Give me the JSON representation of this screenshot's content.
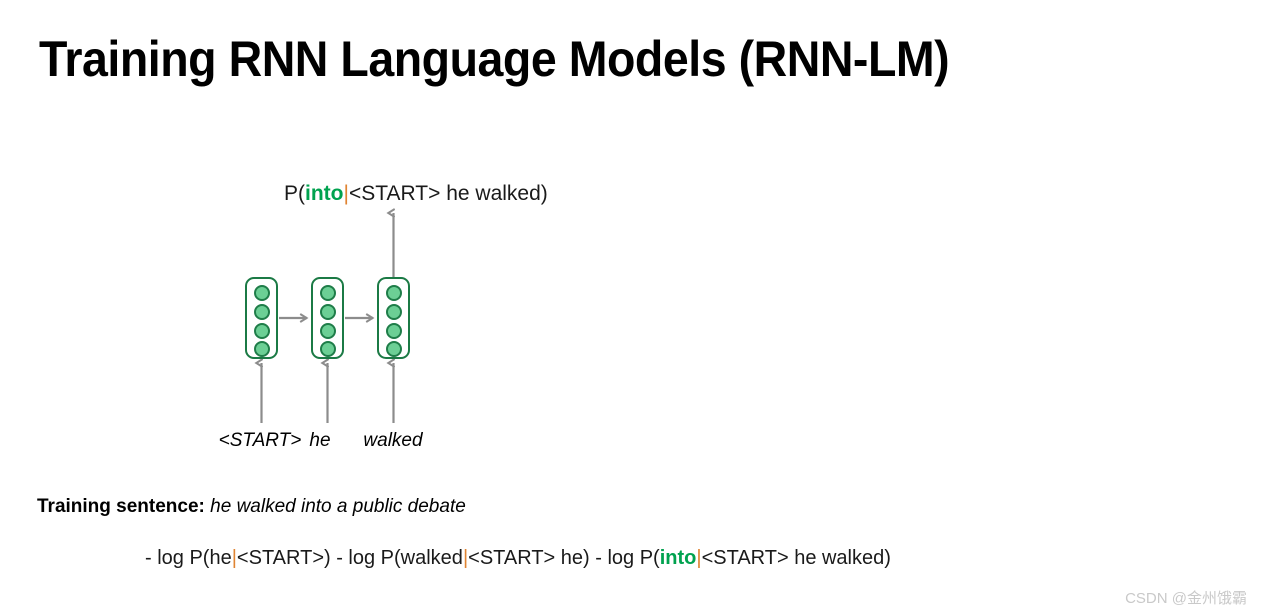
{
  "slide": {
    "title": "Training RNN Language Models (RNN-LM)",
    "background_color": "#ffffff"
  },
  "colors": {
    "accent_green": "#00a24f",
    "accent_orange": "#e08432",
    "cell_border_green": "#1b7a45",
    "node_fill_green": "#6ccf95",
    "arrow_gray": "#8c8c8c",
    "text_black": "#000000",
    "watermark_gray": "#c9c9c9"
  },
  "diagram": {
    "output_probability": {
      "prefix": "P(",
      "target_word": "into",
      "separator": "|",
      "context": "<START> he walked",
      "suffix": ")"
    },
    "cells": [
      {
        "name": "hidden-state-1",
        "nodes": 4
      },
      {
        "name": "hidden-state-2",
        "nodes": 4
      },
      {
        "name": "hidden-state-3",
        "nodes": 4
      }
    ],
    "input_words": [
      "<START>",
      "he",
      "walked"
    ],
    "arrow_labels": {
      "output_arrow": "output-arrow",
      "recurrent_arrow": "recurrent-arrow",
      "input_arrow": "input-arrow"
    }
  },
  "bottom": {
    "training_sentence_label": "Training sentence:",
    "training_sentence_text": "he walked into a public debate",
    "loss_formula": {
      "part_1": "- log P(he",
      "pipe_1": "|",
      "part_2": "<START>) - log P(walked",
      "pipe_2": "|",
      "part_3": "<START> he) - log P(",
      "green_token": "into",
      "pipe_3": "|",
      "part_4": "<START> he walked)"
    }
  },
  "watermark": {
    "text": "CSDN @金州饿霸"
  }
}
